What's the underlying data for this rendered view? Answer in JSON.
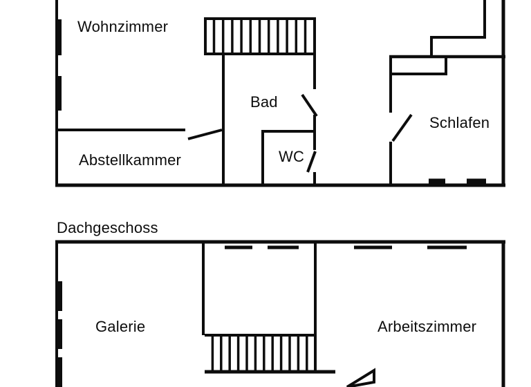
{
  "document": {
    "type": "floor-plan",
    "language": "de"
  },
  "colors": {
    "line": "#0d0d0d",
    "background": "#ffffff"
  },
  "upper_floor": {
    "rooms": {
      "wohnzimmer": "Wohnzimmer",
      "bad": "Bad",
      "wc": "WC",
      "abstellkammer": "Abstellkammer",
      "schlafen": "Schlafen"
    }
  },
  "attic_floor": {
    "label": "Dachgeschoss",
    "rooms": {
      "galerie": "Galerie",
      "arbeitszimmer": "Arbeitszimmer"
    }
  }
}
